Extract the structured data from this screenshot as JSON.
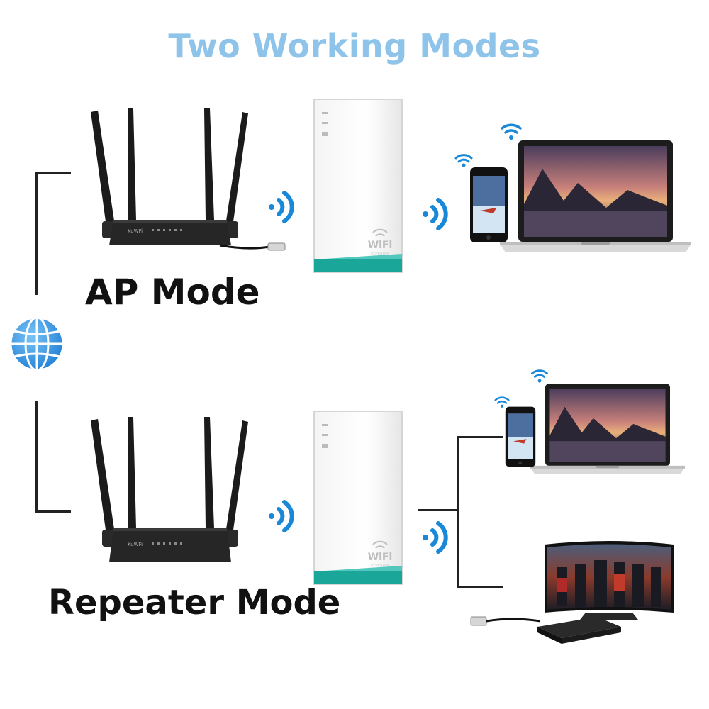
{
  "title": "Two Working Modes",
  "modes": {
    "ap": {
      "label": "AP Mode"
    },
    "repeater": {
      "label": "Repeater Mode"
    }
  },
  "repeater_device": {
    "badge_top": "WiFi",
    "badge_bottom": "REPEATER"
  },
  "router": {
    "brand": "KuWFi"
  },
  "colors": {
    "title": "#8fc4ea",
    "signal": "#1a88d8",
    "repeater_base": "#1aa79a",
    "globe": "#3e9be4"
  },
  "icons": [
    "globe-icon",
    "wifi-signal-icon",
    "router",
    "wifi-repeater",
    "smartphone",
    "laptop",
    "smart-tv",
    "tv-box",
    "ethernet-cable"
  ]
}
